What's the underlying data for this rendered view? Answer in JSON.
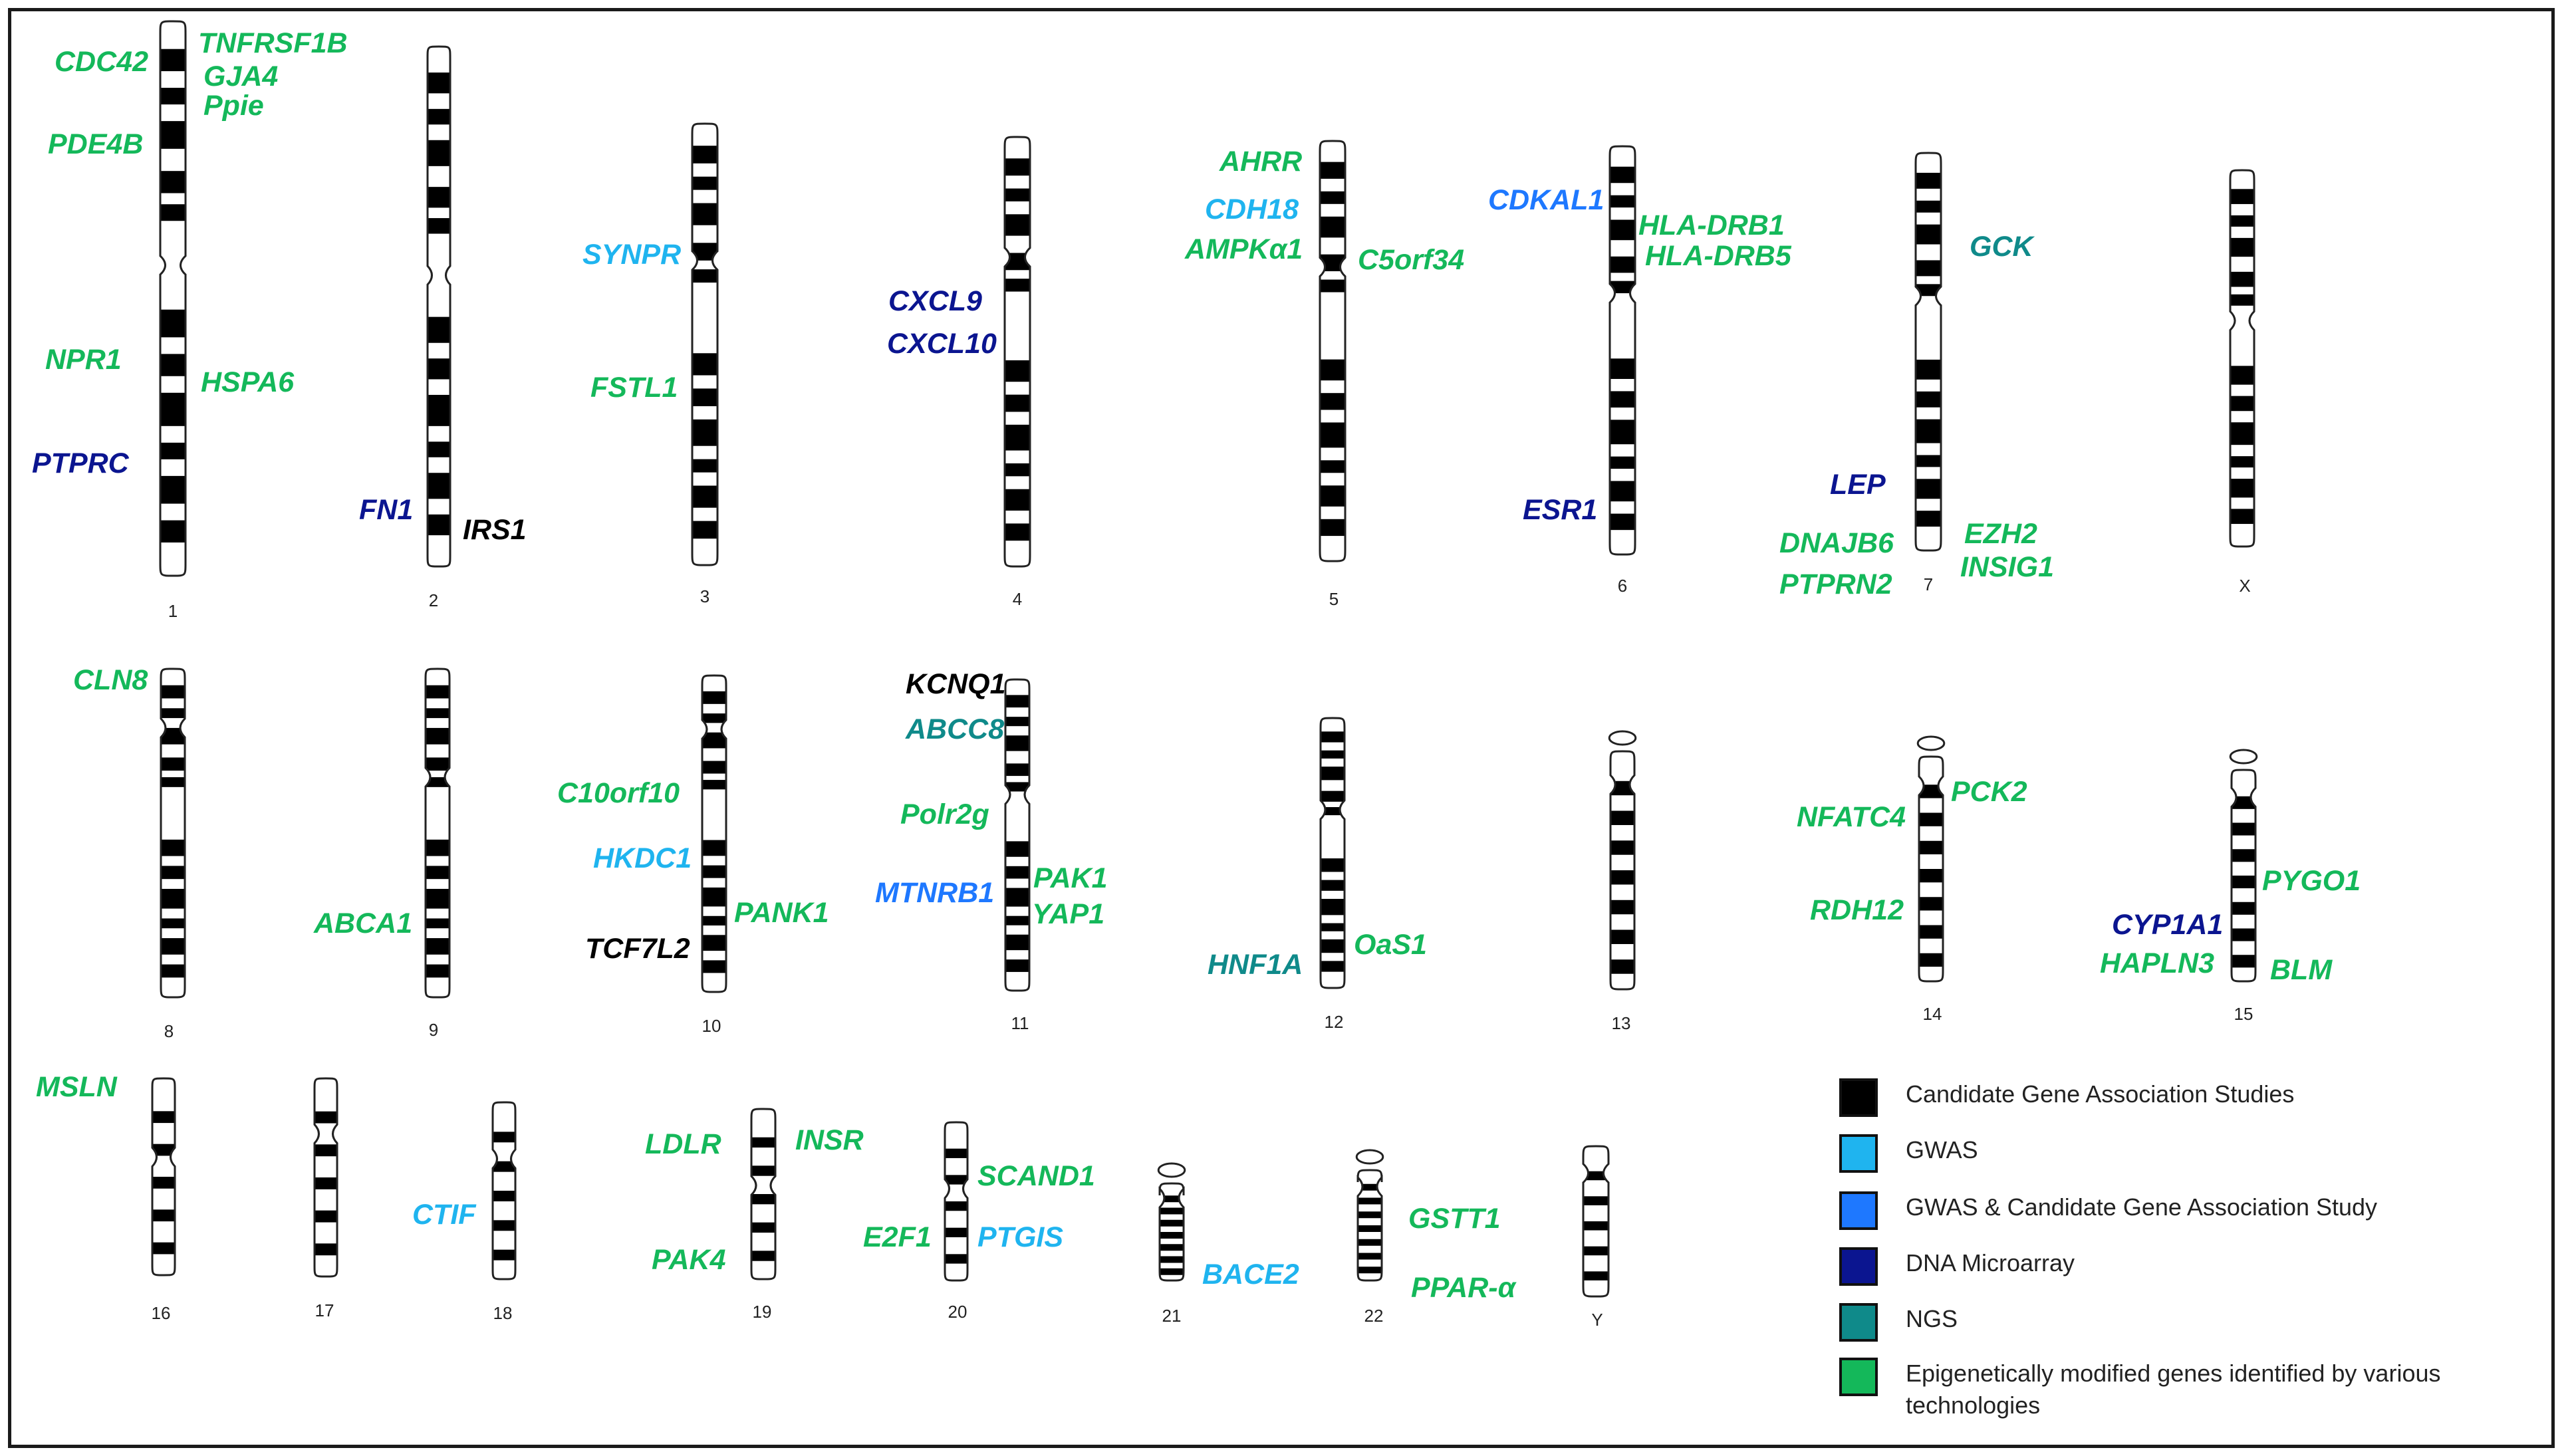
{
  "colors": {
    "candidate": "#000000",
    "gwas": "#1fb4ef",
    "gwas_candidate": "#1e78ff",
    "microarray": "#0b1590",
    "ngs": "#0f8a8a",
    "epigenetic": "#14b85a"
  },
  "chromosome_labels": [
    "1",
    "2",
    "3",
    "4",
    "5",
    "6",
    "7",
    "X",
    "8",
    "9",
    "10",
    "11",
    "12",
    "13",
    "14",
    "15",
    "16",
    "17",
    "18",
    "19",
    "20",
    "21",
    "22",
    "Y"
  ],
  "genes": [
    {
      "label": "TNFRSF1B",
      "category": "epigenetic"
    },
    {
      "label": "CDC42",
      "category": "epigenetic"
    },
    {
      "label": "GJA4",
      "category": "epigenetic"
    },
    {
      "label": "Ppie",
      "category": "epigenetic"
    },
    {
      "label": "PDE4B",
      "category": "epigenetic"
    },
    {
      "label": "NPR1",
      "category": "epigenetic"
    },
    {
      "label": "HSPA6",
      "category": "epigenetic"
    },
    {
      "label": "PTPRC",
      "category": "microarray"
    },
    {
      "label": "FN1",
      "category": "microarray"
    },
    {
      "label": "IRS1",
      "category": "candidate"
    },
    {
      "label": "SYNPR",
      "category": "gwas"
    },
    {
      "label": "FSTL1",
      "category": "epigenetic"
    },
    {
      "label": "CXCL9",
      "category": "microarray"
    },
    {
      "label": "CXCL10",
      "category": "microarray"
    },
    {
      "label": "AHRR",
      "category": "epigenetic"
    },
    {
      "label": "CDH18",
      "category": "gwas"
    },
    {
      "label": "AMPKα1",
      "category": "epigenetic"
    },
    {
      "label": "C5orf34",
      "category": "epigenetic"
    },
    {
      "label": "CDKAL1",
      "category": "gwas_candidate"
    },
    {
      "label": "HLA-DRB1",
      "category": "epigenetic"
    },
    {
      "label": "HLA-DRB5",
      "category": "epigenetic"
    },
    {
      "label": "ESR1",
      "category": "microarray"
    },
    {
      "label": "GCK",
      "category": "ngs"
    },
    {
      "label": "LEP",
      "category": "microarray"
    },
    {
      "label": "DNAJB6",
      "category": "epigenetic"
    },
    {
      "label": "EZH2",
      "category": "epigenetic"
    },
    {
      "label": "INSIG1",
      "category": "epigenetic"
    },
    {
      "label": "PTPRN2",
      "category": "epigenetic"
    },
    {
      "label": "CLN8",
      "category": "epigenetic"
    },
    {
      "label": "ABCA1",
      "category": "epigenetic"
    },
    {
      "label": "C10orf10",
      "category": "epigenetic"
    },
    {
      "label": "HKDC1",
      "category": "gwas"
    },
    {
      "label": "PANK1",
      "category": "epigenetic"
    },
    {
      "label": "TCF7L2",
      "category": "candidate"
    },
    {
      "label": "KCNQ1",
      "category": "candidate"
    },
    {
      "label": "ABCC8",
      "category": "ngs"
    },
    {
      "label": "Polr2g",
      "category": "epigenetic"
    },
    {
      "label": "PAK1",
      "category": "epigenetic"
    },
    {
      "label": "MTNRB1",
      "category": "gwas_candidate"
    },
    {
      "label": "YAP1",
      "category": "epigenetic"
    },
    {
      "label": "HNF1A",
      "category": "ngs"
    },
    {
      "label": "OaS1",
      "category": "epigenetic"
    },
    {
      "label": "NFATC4",
      "category": "epigenetic"
    },
    {
      "label": "PCK2",
      "category": "epigenetic"
    },
    {
      "label": "RDH12",
      "category": "epigenetic"
    },
    {
      "label": "PYGO1",
      "category": "epigenetic"
    },
    {
      "label": "CYP1A1",
      "category": "microarray"
    },
    {
      "label": "HAPLN3",
      "category": "epigenetic"
    },
    {
      "label": "BLM",
      "category": "epigenetic"
    },
    {
      "label": "MSLN",
      "category": "epigenetic"
    },
    {
      "label": "CTIF",
      "category": "gwas"
    },
    {
      "label": "LDLR",
      "category": "epigenetic"
    },
    {
      "label": "INSR",
      "category": "epigenetic"
    },
    {
      "label": "PAK4",
      "category": "epigenetic"
    },
    {
      "label": "SCAND1",
      "category": "epigenetic"
    },
    {
      "label": "E2F1",
      "category": "epigenetic"
    },
    {
      "label": "PTGIS",
      "category": "gwas"
    },
    {
      "label": "BACE2",
      "category": "gwas"
    },
    {
      "label": "GSTT1",
      "category": "epigenetic"
    },
    {
      "label": "PPAR-α",
      "category": "epigenetic"
    }
  ],
  "legend": [
    {
      "label": "Candidate Gene Association Studies",
      "category": "candidate"
    },
    {
      "label": "GWAS",
      "category": "gwas"
    },
    {
      "label": "GWAS & Candidate Gene Association Study",
      "category": "gwas_candidate"
    },
    {
      "label": "DNA Microarray",
      "category": "microarray"
    },
    {
      "label": "NGS",
      "category": "ngs"
    },
    {
      "label": "Epigenetically modified genes identified by various technologies",
      "category": "epigenetic"
    }
  ]
}
